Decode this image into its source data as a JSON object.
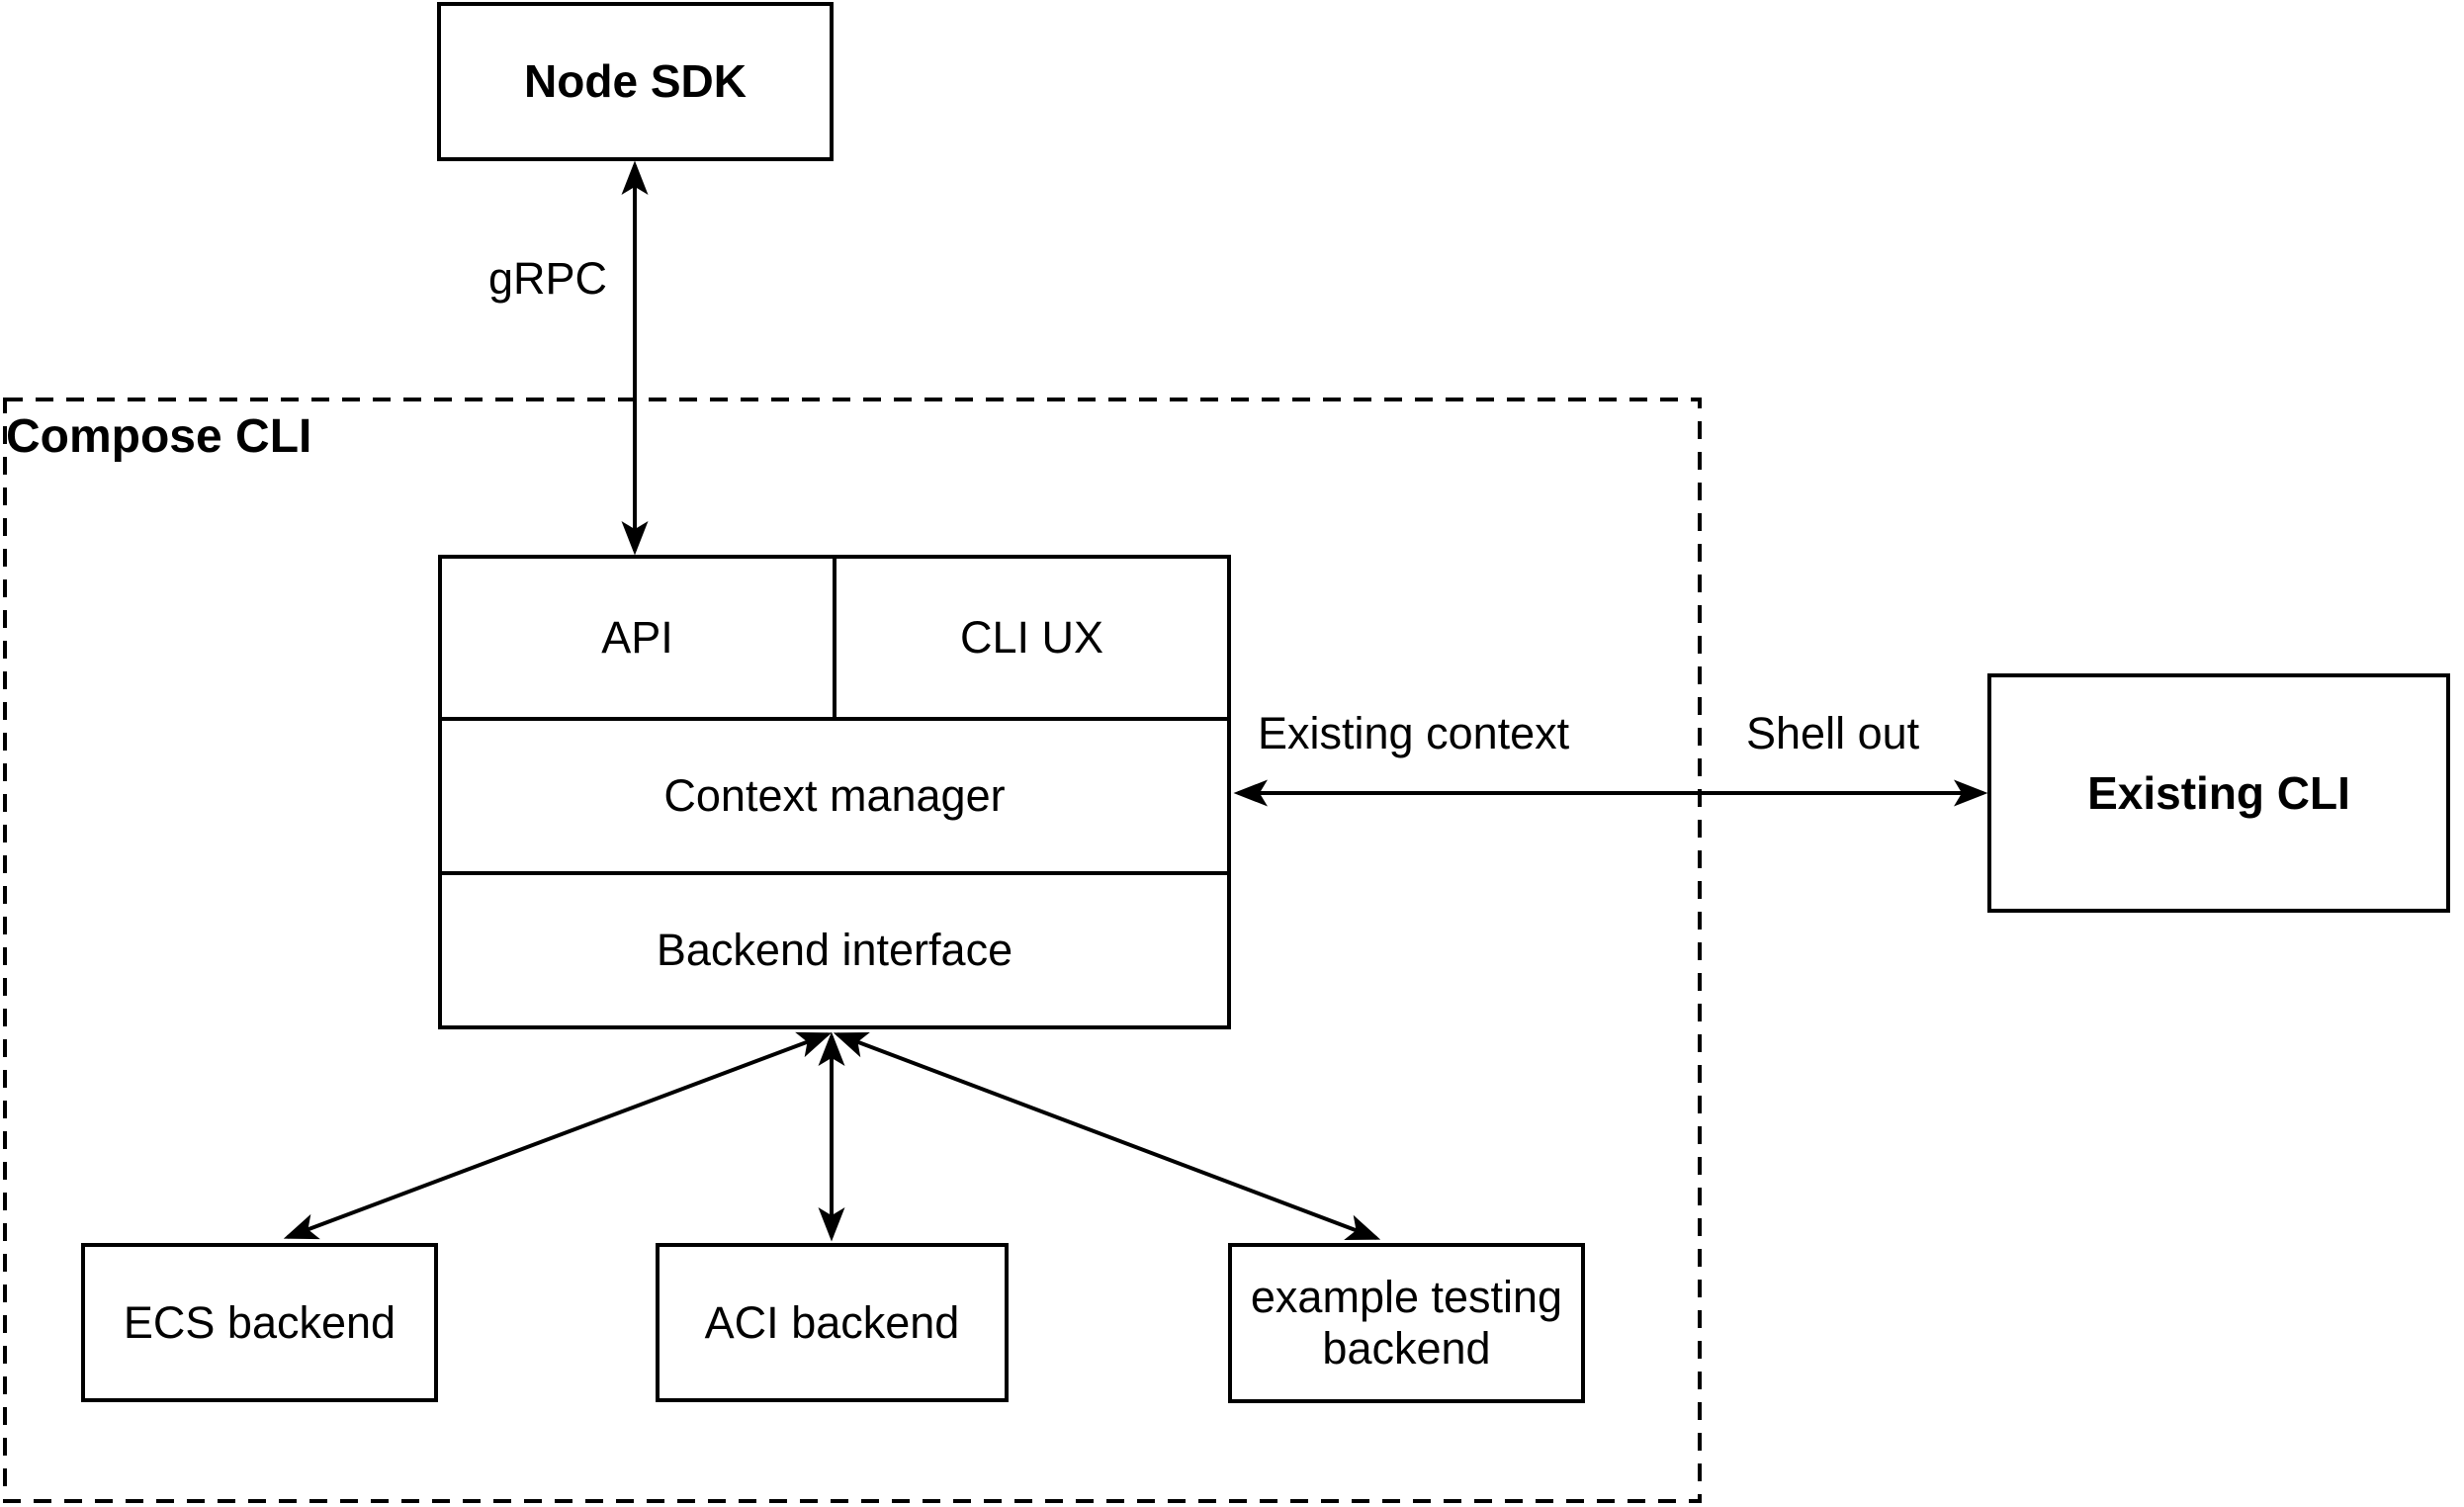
{
  "colors": {
    "ink": "#000000",
    "paper": "#ffffff"
  },
  "container": {
    "label": "Compose CLI"
  },
  "nodes": {
    "node_sdk": "Node SDK",
    "api": "API",
    "cli_ux": "CLI UX",
    "context_manager": "Context manager",
    "backend_interface": "Backend interface",
    "existing_cli": "Existing CLI",
    "ecs_backend": "ECS backend",
    "aci_backend": "ACI backend",
    "example_testing_backend": "example testing backend"
  },
  "edge_labels": {
    "grpc": "gRPC",
    "existing_context": "Existing context",
    "shell_out": "Shell out"
  },
  "edges": [
    {
      "id": "grpc",
      "from": "node_sdk",
      "to": "api",
      "label": "gRPC",
      "arrows": "both"
    },
    {
      "id": "context-shell",
      "from": "context_manager",
      "to": "existing_cli",
      "labels": [
        "Existing context",
        "Shell out"
      ],
      "arrows": "both"
    },
    {
      "id": "backend-ecs",
      "from": "backend_interface",
      "to": "ecs_backend",
      "arrows": "both"
    },
    {
      "id": "backend-aci",
      "from": "backend_interface",
      "to": "aci_backend",
      "arrows": "both"
    },
    {
      "id": "backend-example",
      "from": "backend_interface",
      "to": "example_testing_backend",
      "arrows": "both"
    }
  ]
}
